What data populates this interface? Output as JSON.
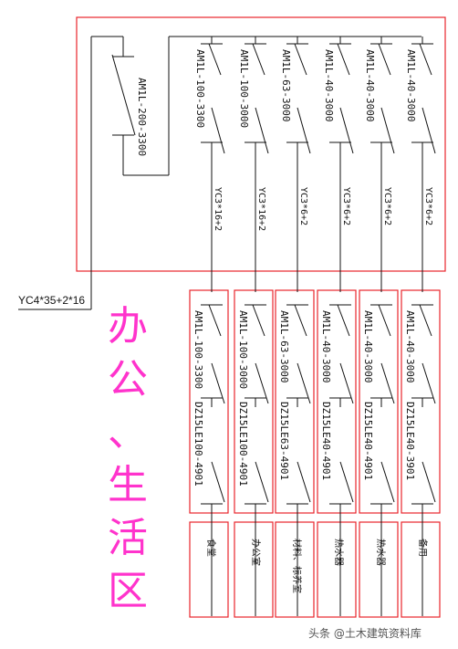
{
  "colors": {
    "frame": "#e8242b",
    "line": "#111111",
    "zone_text": "#ff33cc",
    "watermark": "#555555"
  },
  "main_cable": "YC4*35+2*16",
  "main_breaker": "AM1L-200-3300",
  "zone_label": [
    "办",
    "公",
    "、",
    "生",
    "活",
    "区"
  ],
  "circuits": [
    {
      "panel_breaker": "AM1L-100-3300",
      "cable": "YC3*16+2",
      "box_breaker": "AM1L-100-3300",
      "box_rcd": "DZ15LE100-4901",
      "load": "食堂"
    },
    {
      "panel_breaker": "AM1L-100-3000",
      "cable": "YC3*16+2",
      "box_breaker": "AM1L-100-3000",
      "box_rcd": "DZ15LE100-4901",
      "load": "办公室"
    },
    {
      "panel_breaker": "AM1L-63-3000",
      "cable": "YC3*6+2",
      "box_breaker": "AM1L-63-3000",
      "box_rcd": "DZ15LE63-4901",
      "load": "材料、标养室"
    },
    {
      "panel_breaker": "AM1L-40-3000",
      "cable": "YC3*6+2",
      "box_breaker": "AM1L-40-3000",
      "box_rcd": "DZ15LE40-4901",
      "load": "热水器"
    },
    {
      "panel_breaker": "AM1L-40-3000",
      "cable": "YC3*6+2",
      "box_breaker": "AM1L-40-3000",
      "box_rcd": "DZ15LE40-4901",
      "load": "热水器"
    },
    {
      "panel_breaker": "AM1L-40-3000",
      "cable": "YC3*6+2",
      "box_breaker": "AM1L-40-3000",
      "box_rcd": "DZ15LE40-3901",
      "load": "备用"
    }
  ],
  "watermark": "头条 @土木建筑资料库"
}
